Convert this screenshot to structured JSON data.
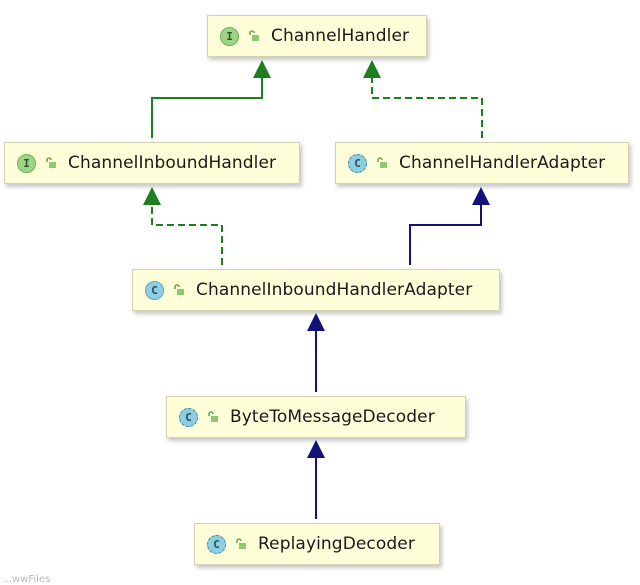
{
  "diagram": {
    "nodes": [
      {
        "id": "channel-handler",
        "badge": "I",
        "kind": "interface",
        "label": "ChannelHandler"
      },
      {
        "id": "channel-inbound-handler",
        "badge": "I",
        "kind": "interface",
        "label": "ChannelInboundHandler"
      },
      {
        "id": "channel-handler-adapter",
        "badge": "C",
        "kind": "abstract-class",
        "label": "ChannelHandlerAdapter"
      },
      {
        "id": "channel-inbound-handler-adapter",
        "badge": "C",
        "kind": "class",
        "label": "ChannelInboundHandlerAdapter"
      },
      {
        "id": "byte-to-message-decoder",
        "badge": "C",
        "kind": "abstract-class",
        "label": "ByteToMessageDecoder"
      },
      {
        "id": "replaying-decoder",
        "badge": "C",
        "kind": "abstract-class",
        "label": "ReplayingDecoder"
      }
    ],
    "edges": [
      {
        "from": "channel-inbound-handler",
        "to": "channel-handler",
        "relation": "extends-interface"
      },
      {
        "from": "channel-handler-adapter",
        "to": "channel-handler",
        "relation": "implements"
      },
      {
        "from": "channel-inbound-handler-adapter",
        "to": "channel-inbound-handler",
        "relation": "implements"
      },
      {
        "from": "channel-inbound-handler-adapter",
        "to": "channel-handler-adapter",
        "relation": "extends"
      },
      {
        "from": "byte-to-message-decoder",
        "to": "channel-inbound-handler-adapter",
        "relation": "extends"
      },
      {
        "from": "replaying-decoder",
        "to": "byte-to-message-decoder",
        "relation": "extends"
      }
    ],
    "colors": {
      "interface_edge": "#1e7d1e",
      "class_edge": "#12127a",
      "node_fill": "#fefed8"
    }
  },
  "watermark": "…wwFiles"
}
